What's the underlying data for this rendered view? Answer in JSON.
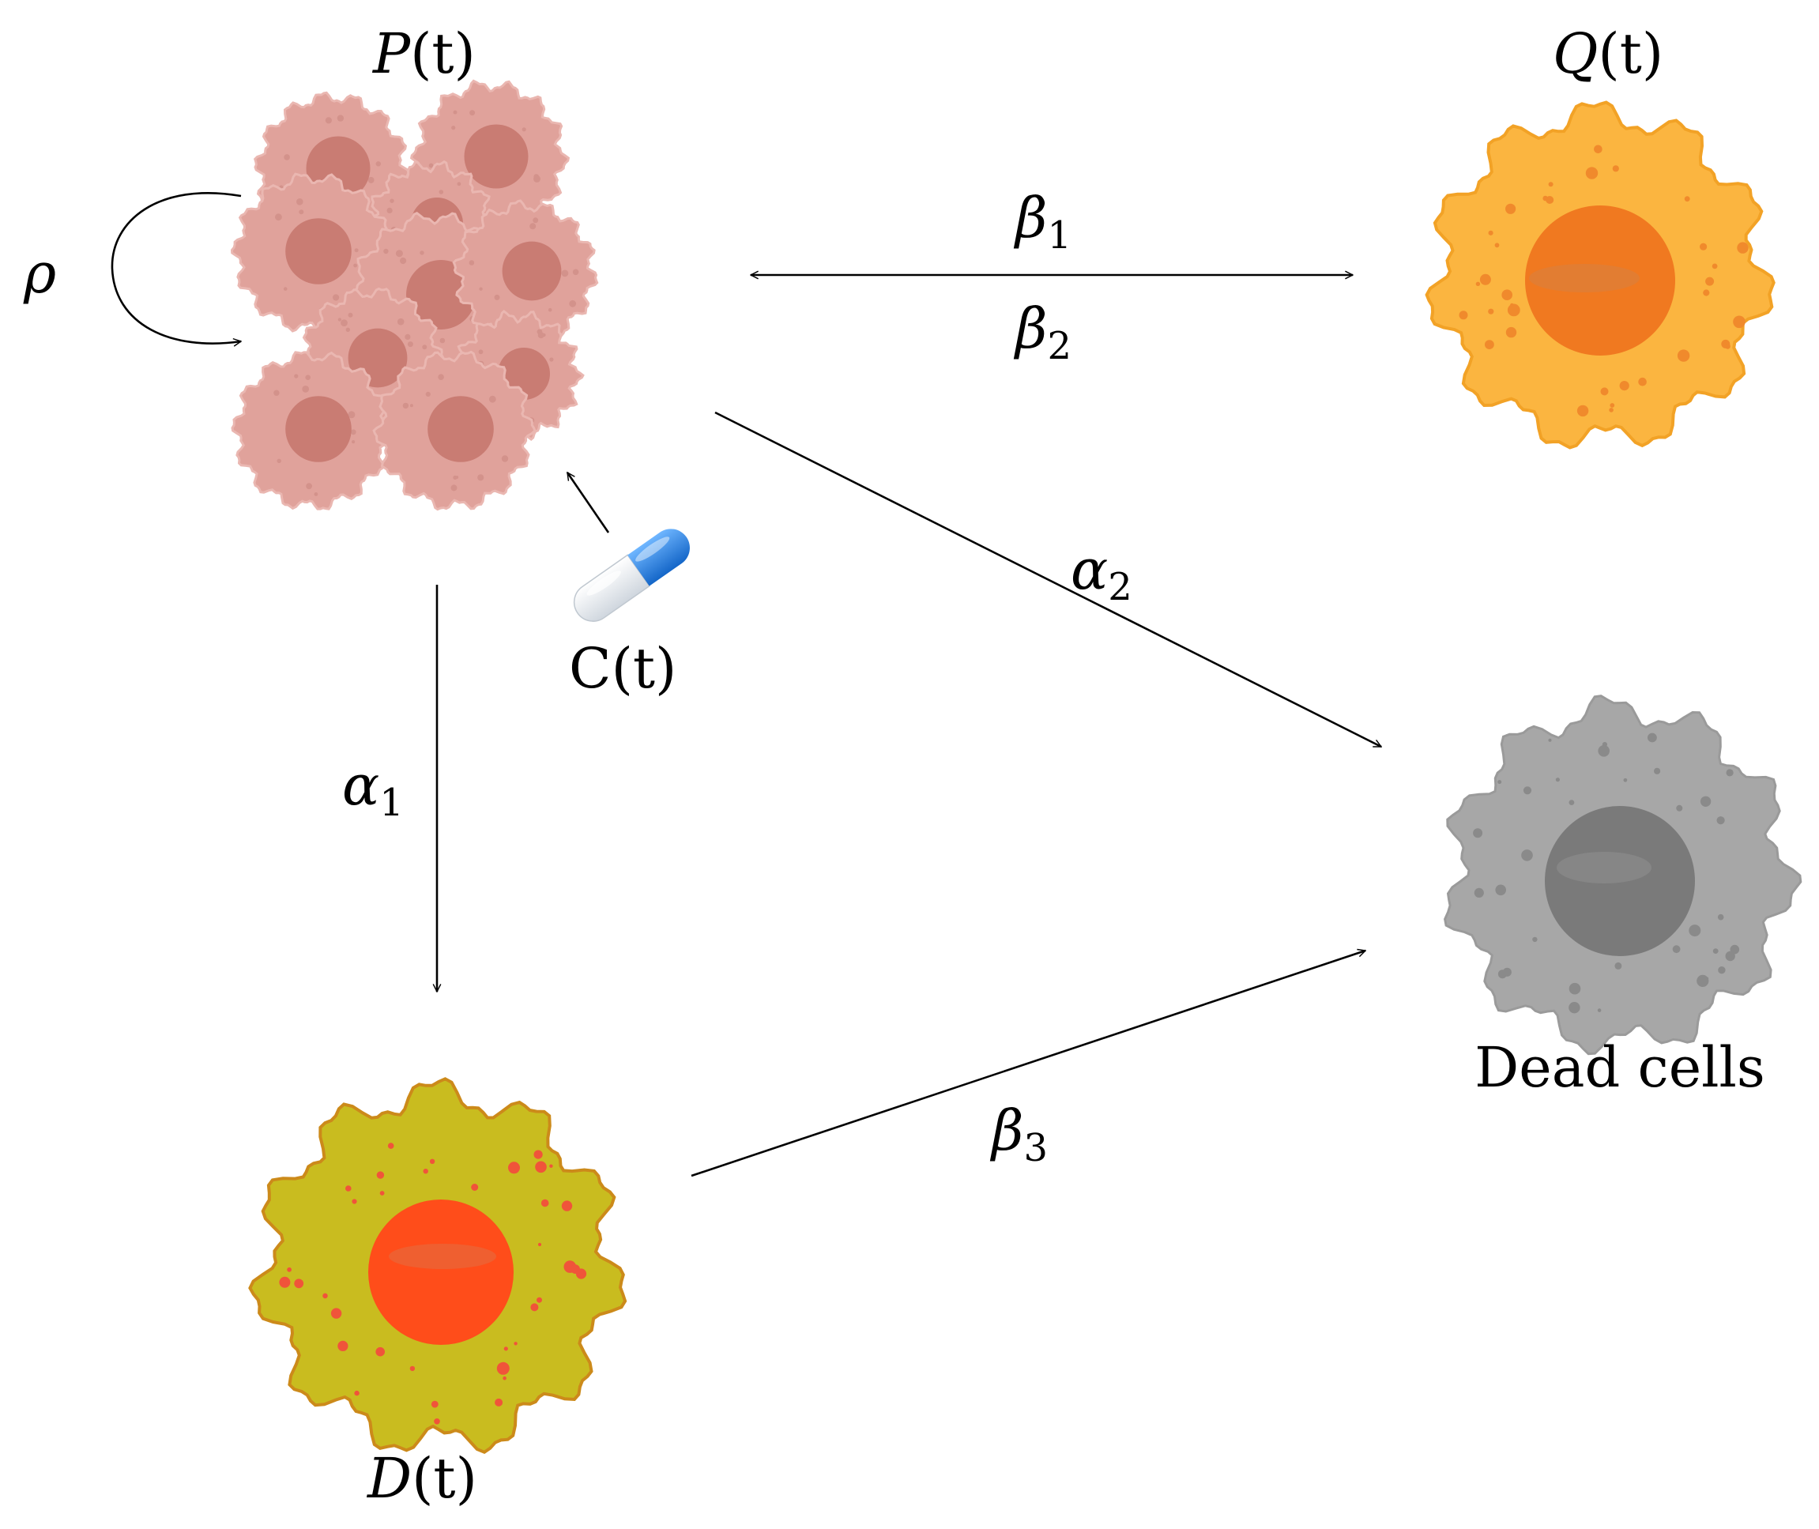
{
  "nodes": {
    "proliferating": {
      "label_main": "P",
      "label_arg": "(t)",
      "color": "#e0a29b",
      "nucleus_color": "#c97c73"
    },
    "quiescent": {
      "label_main": "Q",
      "label_arg": "(t)",
      "color": "#fbb540",
      "nucleus_color": "#f07920"
    },
    "damaged": {
      "label_main": "D",
      "label_arg": "(t)",
      "color": "#c9bc1f",
      "nucleus_color": "#ff4d1a"
    },
    "dead": {
      "label": "Dead cells",
      "color": "#a7a7a7",
      "nucleus_color": "#7a7a7a"
    },
    "drug": {
      "label_main": "C",
      "label_arg": "(t)",
      "capsule_color": "#2e86e6",
      "icon": "capsule-icon"
    }
  },
  "edges": {
    "self_renewal": {
      "label": "ρ"
    },
    "p_to_q": {
      "label": "β",
      "sub": "1"
    },
    "q_to_p": {
      "label": "β",
      "sub": "2"
    },
    "p_to_d": {
      "label": "α",
      "sub": "1"
    },
    "p_to_dead": {
      "label": "α",
      "sub": "2"
    },
    "d_to_dead": {
      "label": "β",
      "sub": "3"
    }
  }
}
